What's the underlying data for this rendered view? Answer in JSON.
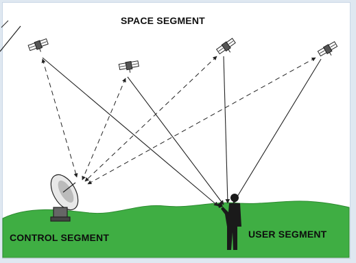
{
  "diagram": {
    "title": "SPACE SEGMENT",
    "control_label": "CONTROL SEGMENT",
    "user_label": "USER SEGMENT"
  },
  "colors": {
    "ground": "#3fae43",
    "ground_edge": "#2c8a30",
    "lines": "#222222",
    "background": "#dfe8f1"
  },
  "icons": [
    "satellite-icon",
    "dish-antenna-icon",
    "person-receiver-icon"
  ]
}
